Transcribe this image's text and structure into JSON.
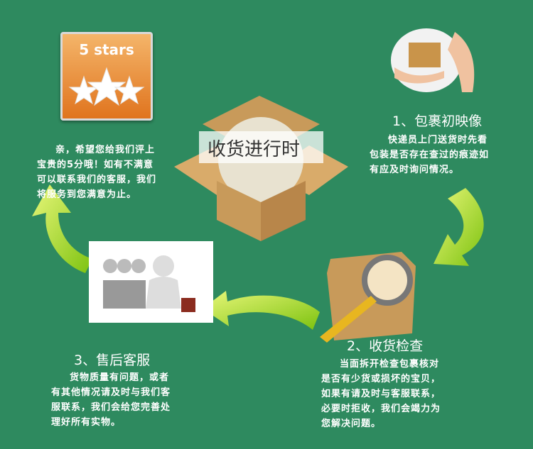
{
  "badge": {
    "label": "5 stars"
  },
  "center": {
    "title": "收货进行时"
  },
  "steps": [
    {
      "title": "1、包裹初映像",
      "lines": [
        "快递员上门送货时先看",
        "包装是否存在查过的痕迹如",
        "有应及时询问情况。"
      ]
    },
    {
      "title": "2、收货检查",
      "lines": [
        "当面拆开检查包裹核对",
        "是否有少货或损坏的宝贝，",
        "如果有请及时与客服联系，",
        "必要时拒收，我们会竭力为",
        "您解决问题。"
      ]
    },
    {
      "title": "3、售后客服",
      "lines": [
        "货物质量有问题，或者",
        "有其他情况请及时与我们客",
        "服联系，我们会给您完善处",
        "理好所有实物。"
      ]
    }
  ],
  "review": {
    "lines": [
      "亲，希望您给我们评上",
      "宝贵的5分哦！如有不满意",
      "可以联系我们的客服，我们",
      "将服务到您满意为止。"
    ]
  },
  "colors": {
    "background": "#2e8a5f",
    "arrow": "#9ad21a"
  }
}
